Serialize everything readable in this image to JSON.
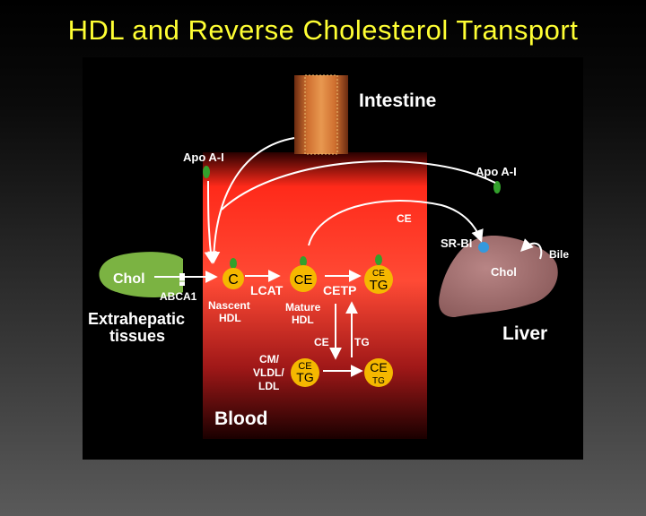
{
  "title": "HDL and Reverse Cholesterol Transport",
  "labels": {
    "intestine": "Intestine",
    "apoa1_top": "Apo A-I",
    "apoa1_right": "Apo A-I",
    "ce_arrow": "CE",
    "srbi": "SR-BI",
    "bile": "Bile",
    "chol_liver": "Chol",
    "liver": "Liver",
    "chol_cell": "Chol",
    "abca1": "ABCA1",
    "extrahepatic": "Extrahepatic",
    "tissues": "tissues",
    "lcat": "LCAT",
    "cetp": "CETP",
    "nascent": "Nascent",
    "hdl_nascent": "HDL",
    "mature": "Mature",
    "hdl_mature": "HDL",
    "ce_down": "CE",
    "tg_up": "TG",
    "cm": "CM/",
    "vldl": "VLDL/",
    "ldl": "LDL",
    "blood": "Blood"
  },
  "particles": {
    "nascent_c": "C",
    "mature_ce": "CE",
    "cetp_ce": "CE",
    "cetp_tg": "TG",
    "ldl_ce": "CE",
    "ldl_tg": "TG",
    "right_ce": "CE",
    "right_tg": "TG"
  },
  "colors": {
    "title": "#ffff33",
    "particle": "#f5b800",
    "apoa1": "#33a02c",
    "cell": "#7bb342",
    "liver": "#a07070",
    "srbi": "#3399dd",
    "blood_top": "#ff3b30",
    "intestine": "#c0602a"
  }
}
